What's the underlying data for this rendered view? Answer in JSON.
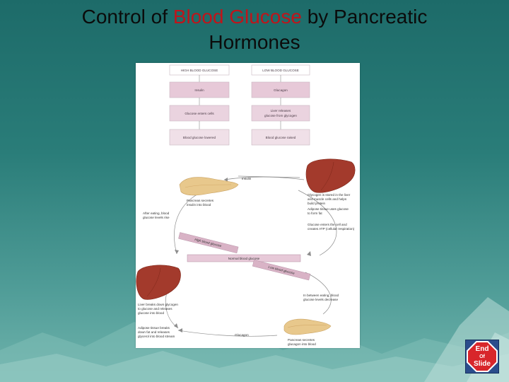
{
  "title": {
    "part1": "Control of ",
    "highlight": "Blood Glucose",
    "part2": " by Pancreatic",
    "line2": "Hormones",
    "highlight_color": "#c0141a"
  },
  "diagram": {
    "left_column": [
      "HIGH BLOOD GLUCOSE",
      "Insulin",
      "Glucose enters cells",
      "Blood glucose lowered"
    ],
    "right_column": [
      "LOW BLOOD GLUCOSE",
      "Glucagon",
      "Liver releases",
      "glucose from glycogen",
      "Blood glucose raised"
    ],
    "insulin_label": "Insulin",
    "pancreas_top": [
      "Pancreas secretes",
      "insulin into blood"
    ],
    "liver_top_notes": [
      "Glycogen is stored in the liver",
      "and muscle cells and helps",
      "build protein",
      "Adipose tissue uses glucose",
      "to form fat",
      "Glucose enters the cell and",
      "creates ATP (cellular respiration)"
    ],
    "left_top_note": [
      "After eating, blood",
      "glucose levels rise"
    ],
    "high_band": "High blood glucose",
    "normal_band": "Normal blood glucose",
    "low_band": "Low blood glucose",
    "right_bottom_note": [
      "In between eating, blood",
      "glucose levels decrease"
    ],
    "liver_bottom_notes": [
      "Liver breaks down glycogen",
      "to glucose and releases",
      "glucose into blood"
    ],
    "adipose_bottom_notes": [
      "Adipose tissue breaks",
      "down fat and releases",
      "glycerol into blood stream"
    ],
    "glucagon_label": "Glucagon",
    "pancreas_bottom": [
      "Pancreas secretes",
      "glucagon into blood"
    ]
  },
  "end_button": {
    "line1": "End",
    "line2": "Of",
    "line3": "Slide",
    "icon": "stop-sign-icon"
  }
}
